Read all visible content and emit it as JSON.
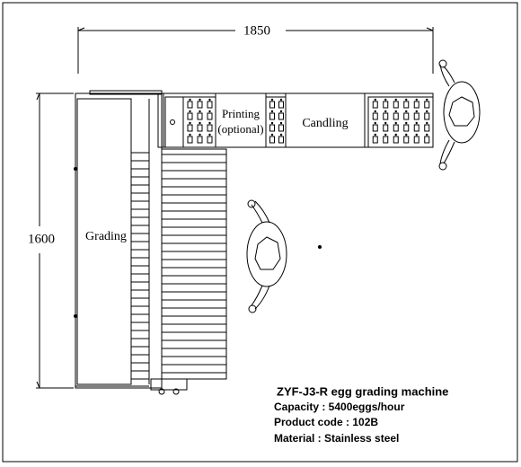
{
  "dimensions": {
    "width_label": "1850",
    "height_label": "1600"
  },
  "sections": {
    "printing_line1": "Printing",
    "printing_line2": "(optional)",
    "candling": "Candling",
    "grading": "Grading"
  },
  "spec": {
    "title": "ZYF-J3-R egg grading machine",
    "capacity": "Capacity : 5400eggs/hour",
    "product_code": "Product code : 102B",
    "material": "Material : Stainless steel"
  }
}
